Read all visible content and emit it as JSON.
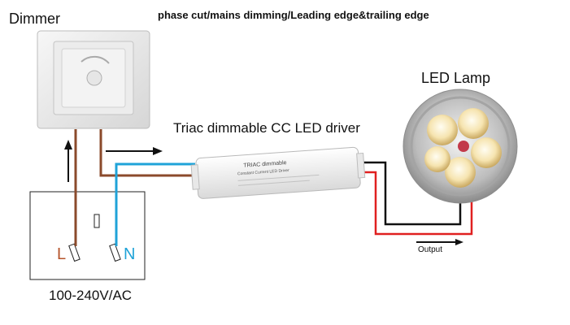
{
  "title": "phase cut/mains dimming/Leading edge&trailing edge",
  "labels": {
    "dimmer": "Dimmer",
    "driver": "Triac dimmable CC LED driver",
    "lamp": "LED Lamp",
    "live": "L",
    "neutral": "N",
    "voltage": "100-240V/AC",
    "output": "Output"
  },
  "driver_box": {
    "line1": "TRIAC dimmable",
    "line2": "Constant Current LED Driver"
  },
  "colors": {
    "live_wire": "#8b4a2b",
    "neutral_wire": "#1fa3d8",
    "output_positive": "#e02020",
    "output_negative": "#111111"
  }
}
